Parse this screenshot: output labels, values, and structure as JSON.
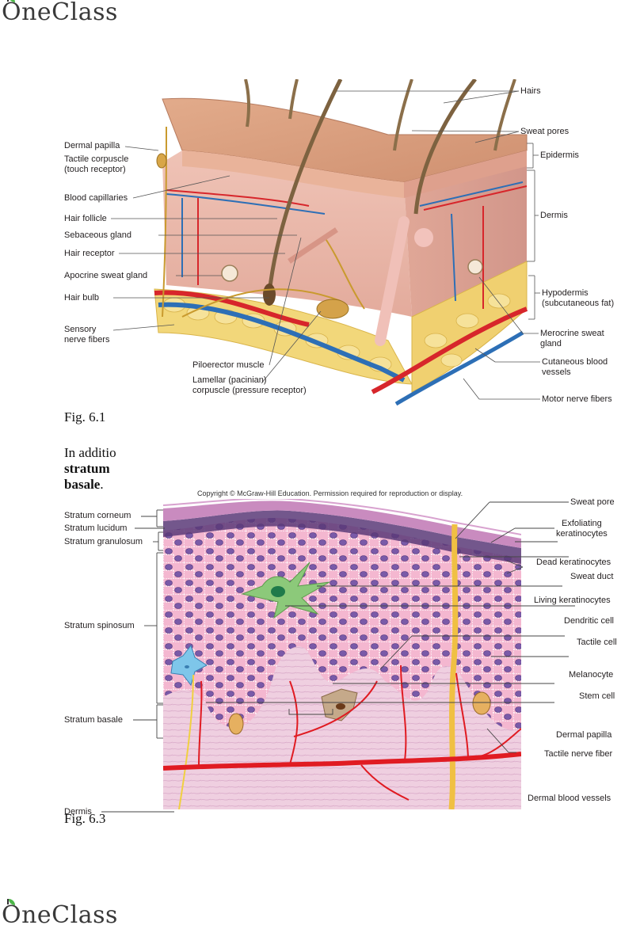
{
  "branding": {
    "logo_text": "OneClass",
    "logo_first_letter": "O",
    "logo_rest": "neClass",
    "leaf_color": "#4cb648"
  },
  "figure_6_1": {
    "caption": "Fig. 6.1",
    "left_labels": [
      {
        "text": "Dermal papilla"
      },
      {
        "text": "Tactile corpuscle"
      },
      {
        "text": "(touch receptor)"
      },
      {
        "text": "Blood capillaries"
      },
      {
        "text": "Hair follicle"
      },
      {
        "text": "Sebaceous gland"
      },
      {
        "text": "Hair receptor"
      },
      {
        "text": "Apocrine sweat gland"
      },
      {
        "text": "Hair bulb"
      },
      {
        "text": "Sensory"
      },
      {
        "text": "nerve fibers"
      }
    ],
    "bottom_labels": [
      {
        "text": "Piloerector muscle"
      },
      {
        "text": "Lamellar (pacinian)"
      },
      {
        "text": "corpuscle (pressure receptor)"
      }
    ],
    "right_labels": [
      {
        "text": "Hairs"
      },
      {
        "text": "Sweat pores"
      },
      {
        "text": "Epidermis"
      },
      {
        "text": "Dermis"
      },
      {
        "text": "Hypodermis"
      },
      {
        "text": "(subcutaneous fat)"
      },
      {
        "text": "Merocrine sweat"
      },
      {
        "text": "gland"
      },
      {
        "text": "Cutaneous blood"
      },
      {
        "text": "vessels"
      },
      {
        "text": "Motor nerve fibers"
      }
    ]
  },
  "paragraph": {
    "line1": "In additio",
    "line2_bold": "stratum",
    "line3_bold": "basale",
    "line3_tail": "."
  },
  "figure_6_3": {
    "caption": "Fig. 6.3",
    "copyright": "Copyright © McGraw-Hill Education. Permission required for reproduction or display.",
    "left_labels": [
      {
        "text": "Stratum corneum"
      },
      {
        "text": "Stratum lucidum"
      },
      {
        "text": "Stratum granulosum"
      },
      {
        "text": "Stratum spinosum"
      },
      {
        "text": "Stratum basale"
      },
      {
        "text": "Dermis"
      }
    ],
    "right_labels": [
      {
        "text": "Sweat pore"
      },
      {
        "text": "Exfoliating"
      },
      {
        "text": "keratinocytes"
      },
      {
        "text": "Dead keratinocytes"
      },
      {
        "text": "Sweat duct"
      },
      {
        "text": "Living keratinocytes"
      },
      {
        "text": "Dendritic cell"
      },
      {
        "text": "Tactile cell"
      },
      {
        "text": "Melanocyte"
      },
      {
        "text": "Stem cell"
      },
      {
        "text": "Dermal papilla"
      },
      {
        "text": "Tactile nerve fiber"
      },
      {
        "text": "Dermal blood vessels"
      }
    ]
  },
  "colors": {
    "skin_surface": "#d9a184",
    "dermis": "#e8b9ad",
    "hypodermis_fat": "#f2d77a",
    "artery": "#d7262b",
    "vein": "#2d6fb6",
    "nerve": "#c99a2e",
    "epidermis_cells": "#f3b7cf",
    "nucleus": "#6b4a9a",
    "dendritic_cell": "#8cc97a",
    "tactile_cell": "#7ec6ea",
    "sweat_duct": "#f0c043"
  }
}
